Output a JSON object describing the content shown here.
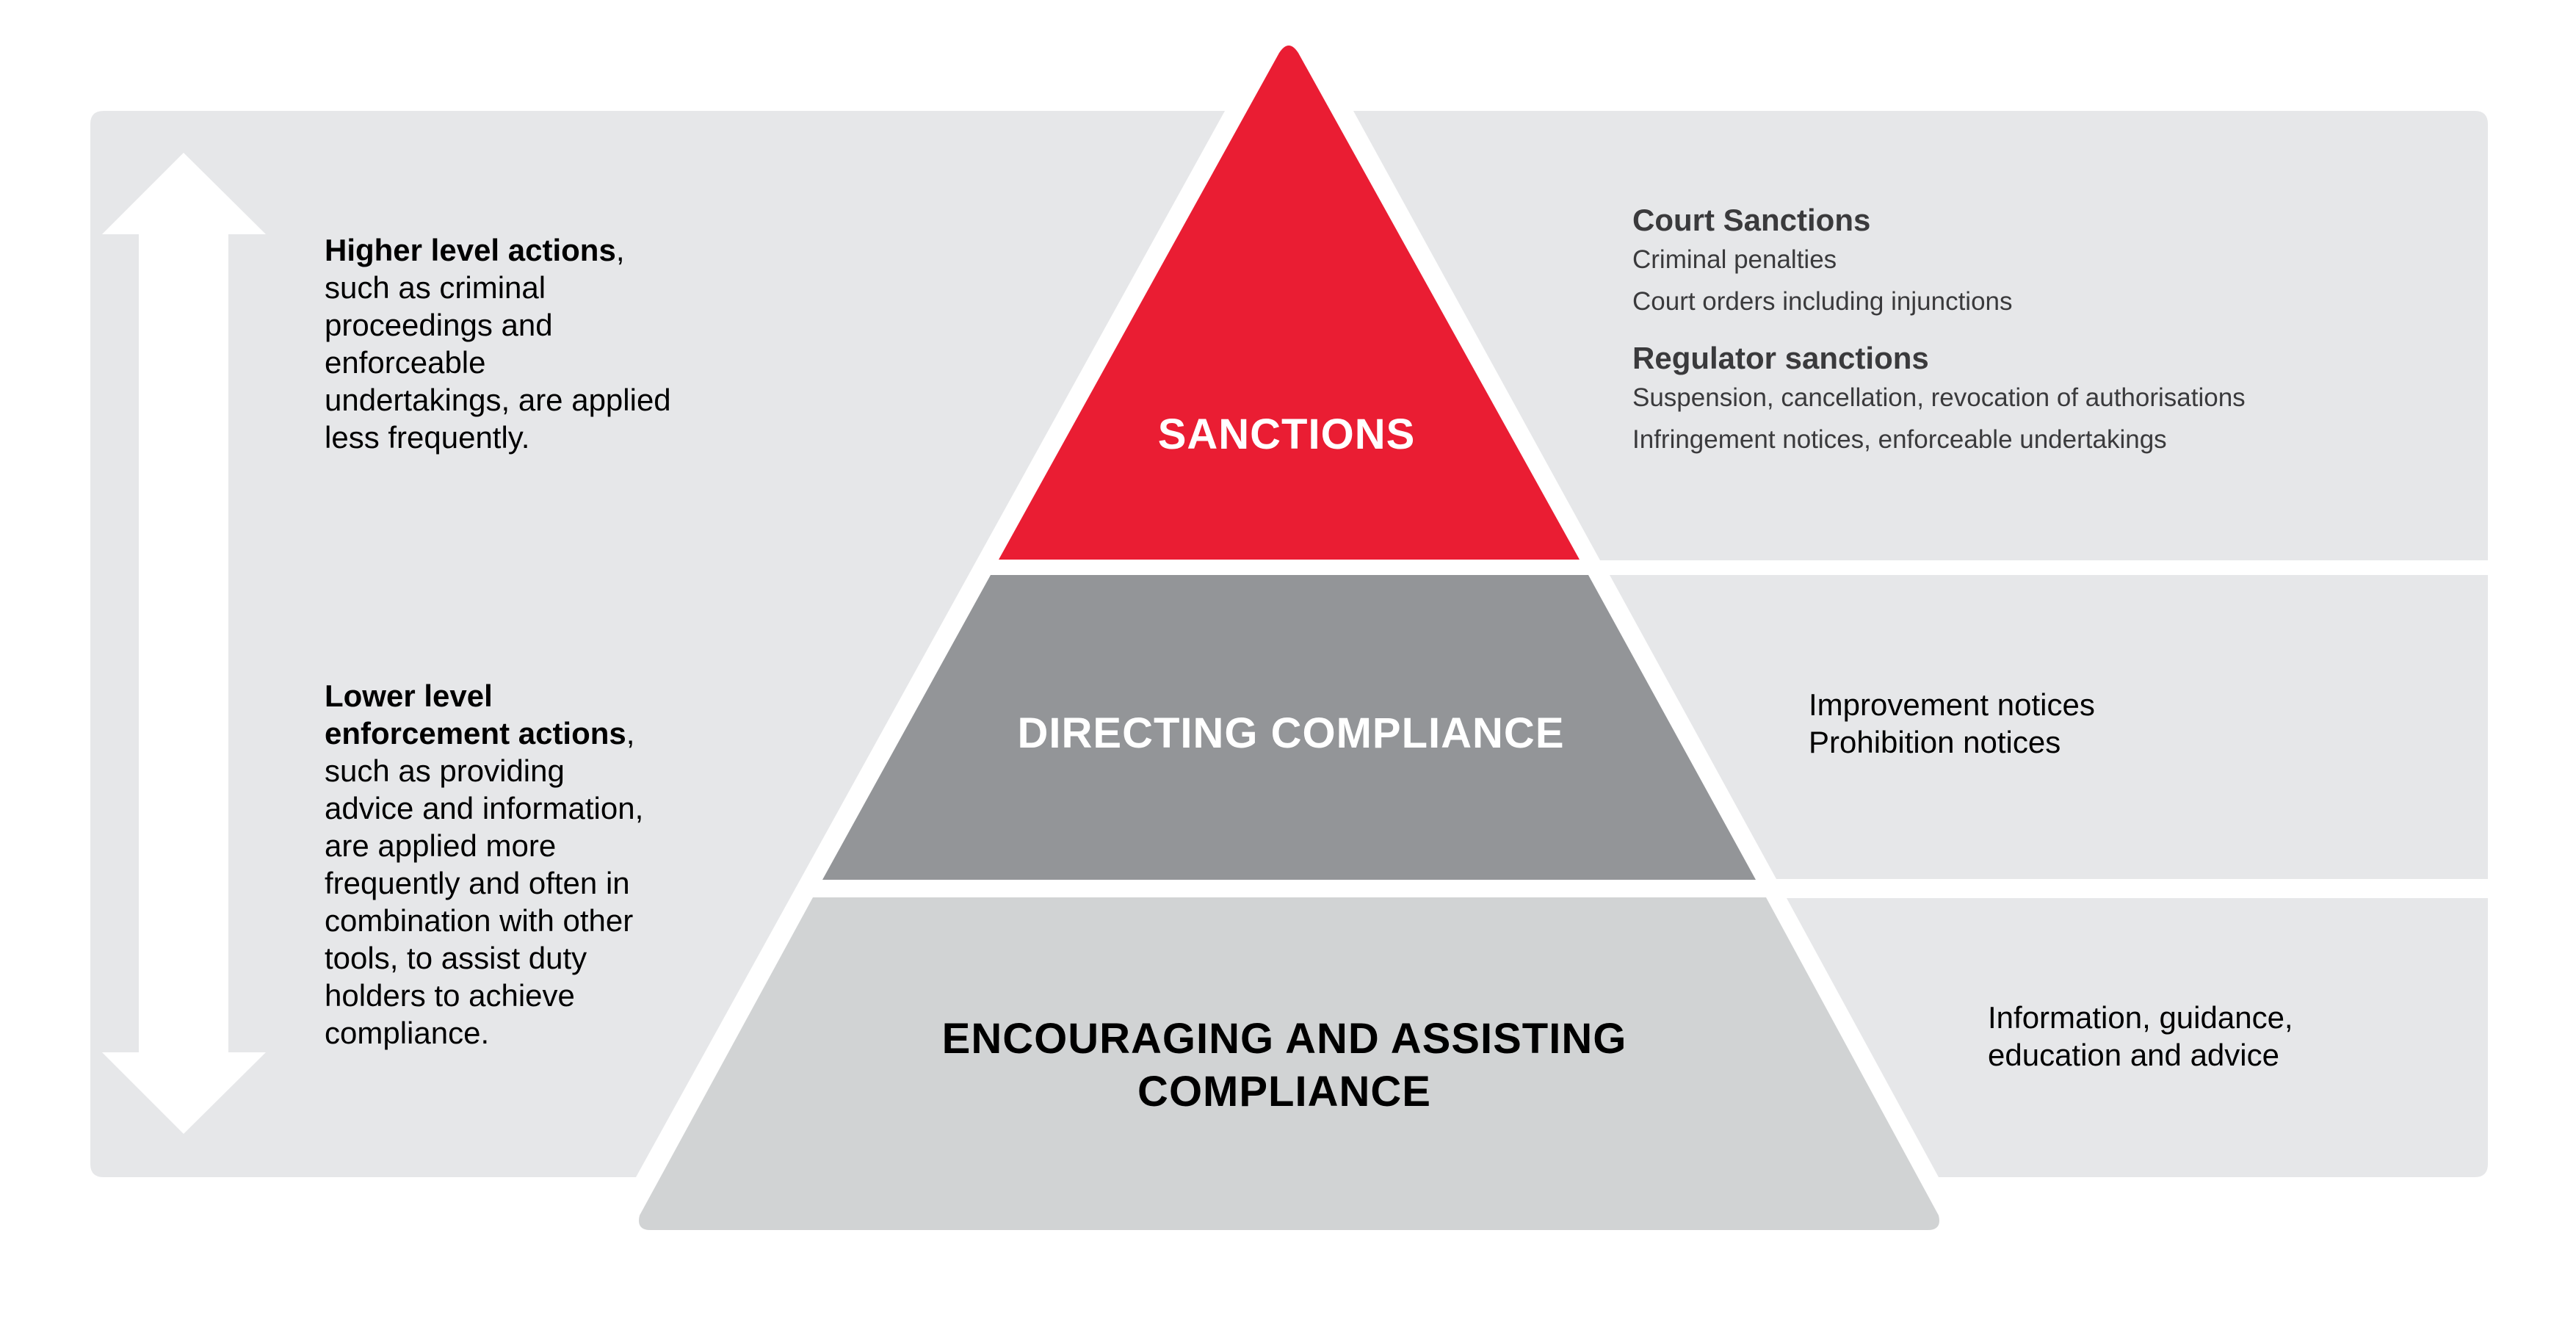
{
  "diagram": {
    "type": "pyramid",
    "colors": {
      "background": "#ffffff",
      "panel": "#e6e7e9",
      "sanctions": "#ea1d33",
      "directing": "#939598",
      "encouraging": "#d1d3d4",
      "arrow": "#ffffff"
    },
    "arrow": {
      "icon": "double-headed-vertical-arrow"
    },
    "left": {
      "higher": {
        "bold": "Higher level actions",
        "comma": ",",
        "lines": [
          "such as criminal",
          "proceedings and",
          "enforceable",
          "undertakings, are applied",
          "less frequently."
        ]
      },
      "lower": {
        "bold_lines": [
          "Lower level",
          "enforcement actions"
        ],
        "comma": ",",
        "lines": [
          "such as providing",
          "advice and information,",
          "are applied more",
          "frequently and often in",
          "combination with other",
          "tools, to assist duty",
          "holders to achieve",
          "compliance."
        ]
      }
    },
    "tiers": [
      {
        "label": "SANCTIONS"
      },
      {
        "label": "DIRECTING COMPLIANCE"
      },
      {
        "label_lines": [
          "ENCOURAGING AND ASSISTING",
          "COMPLIANCE"
        ]
      }
    ],
    "right": {
      "sanctions": {
        "groups": [
          {
            "heading": "Court Sanctions",
            "items": [
              "Criminal penalties",
              "Court orders including injunctions"
            ]
          },
          {
            "heading": "Regulator sanctions",
            "items": [
              "Suspension, cancellation, revocation of authorisations",
              "Infringement notices, enforceable undertakings"
            ]
          }
        ]
      },
      "directing": {
        "items": [
          "Improvement notices",
          "Prohibition notices"
        ]
      },
      "encouraging": {
        "lines": [
          "Information, guidance,",
          "education and advice"
        ]
      }
    }
  }
}
